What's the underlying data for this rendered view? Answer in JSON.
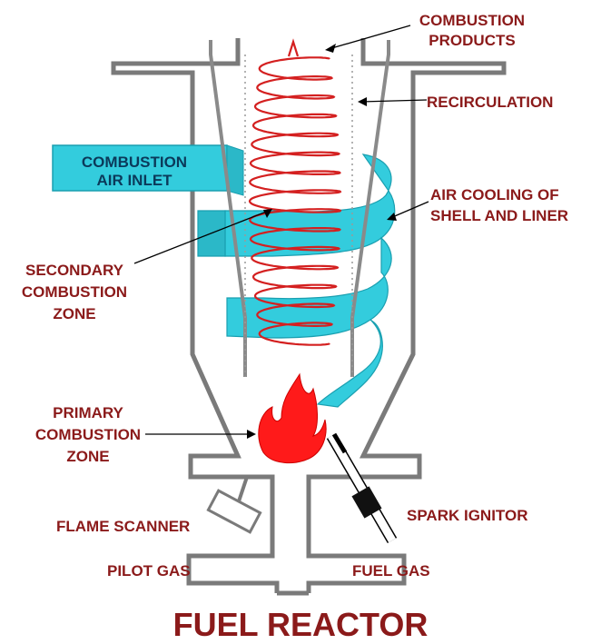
{
  "title": "FUEL REACTOR",
  "labels": {
    "combustion_products": [
      "COMBUSTION",
      "PRODUCTS"
    ],
    "recirculation": "RECIRCULATION",
    "combustion_air_inlet": [
      "COMBUSTION",
      "AIR INLET"
    ],
    "air_cooling": [
      "AIR COOLING OF",
      "SHELL AND LINER"
    ],
    "secondary_zone": [
      "SECONDARY",
      "COMBUSTION",
      "ZONE"
    ],
    "primary_zone": [
      "PRIMARY",
      "COMBUSTION",
      "ZONE"
    ],
    "spark_ignitor": "SPARK IGNITOR",
    "flame_scanner": "FLAME SCANNER",
    "pilot_gas": "PILOT GAS",
    "fuel_gas": "FUEL GAS"
  },
  "colors": {
    "label_text": "#8b1a1a",
    "inlet_text": "#0b3a5a",
    "shell": "#7a7a7a",
    "recirculation_coil": "#d42020",
    "cooling_air": "#33ccdd",
    "flame": "#ff1a1a",
    "ignitor_tip": "#111111"
  }
}
